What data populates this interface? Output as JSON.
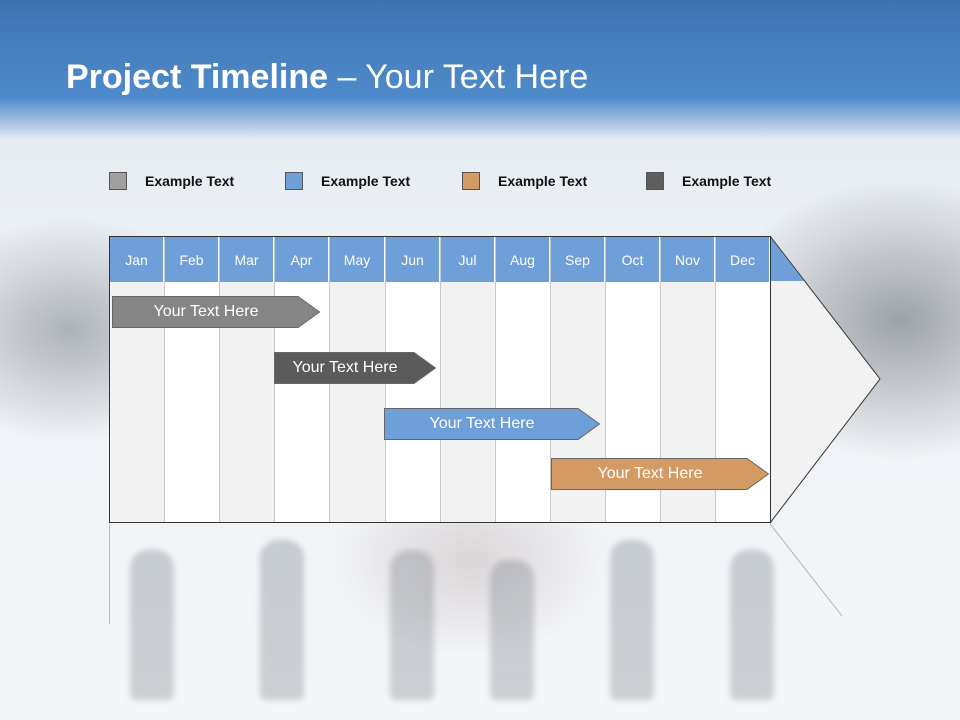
{
  "header": {
    "title_bold": "Project Timeline",
    "title_rest": " – Your Text Here"
  },
  "legend": [
    {
      "label": "Example Text",
      "color": "#a0a0a0"
    },
    {
      "label": "Example Text",
      "color": "#6e9fd8"
    },
    {
      "label": "Example Text",
      "color": "#d49a63"
    },
    {
      "label": "Example Text",
      "color": "#5e5e5e"
    }
  ],
  "months": [
    "Jan",
    "Feb",
    "Mar",
    "Apr",
    "May",
    "Jun",
    "Jul",
    "Aug",
    "Sep",
    "Oct",
    "Nov",
    "Dec"
  ],
  "tasks": [
    {
      "label": "Your  Text Here",
      "color": "#858585",
      "start_month": "Jan",
      "end_month": "Apr"
    },
    {
      "label": "Your  Text Here",
      "color": "#5b5b5b",
      "start_month": "Apr",
      "end_month": "Jun"
    },
    {
      "label": "Your  Text Here",
      "color": "#6e9fd8",
      "start_month": "Jun",
      "end_month": "Sep"
    },
    {
      "label": "Your  Text Here",
      "color": "#d49a63",
      "start_month": "Sep",
      "end_month": "Dec"
    }
  ]
}
